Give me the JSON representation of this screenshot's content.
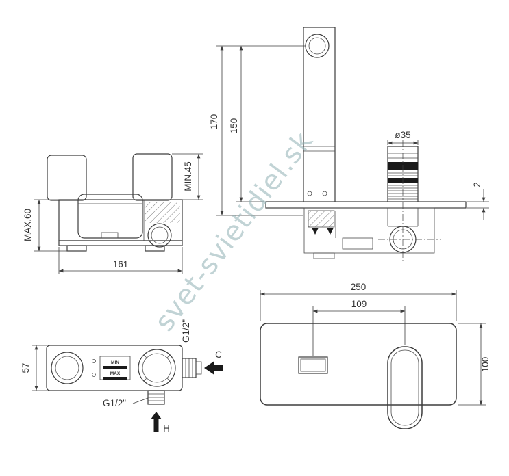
{
  "watermark": {
    "text": "svet-svietidiel.sk",
    "color": "#8fb0b3"
  },
  "colors": {
    "line": "#3d3d3d",
    "dark_fill": "#1a1a1a",
    "background": "#ffffff"
  },
  "views": {
    "body_side": {
      "dims": {
        "max_height": "MAX.60",
        "min_depth": "MIN.45",
        "width": "161"
      }
    },
    "faucet_side": {
      "dims": {
        "spout_total": "170",
        "spout_to_plate": "150",
        "cartridge_diameter": "ø35",
        "plate_thickness": "2"
      }
    },
    "body_top": {
      "dims": {
        "depth": "57",
        "side_thread": "G1/2\"",
        "bottom_thread": "G1/2\""
      },
      "labels": {
        "cold": "C",
        "hot": "H",
        "min": "MIN",
        "max": "MAX"
      }
    },
    "plate_front": {
      "dims": {
        "width": "250",
        "spout_to_handle": "109",
        "height": "100"
      }
    }
  }
}
